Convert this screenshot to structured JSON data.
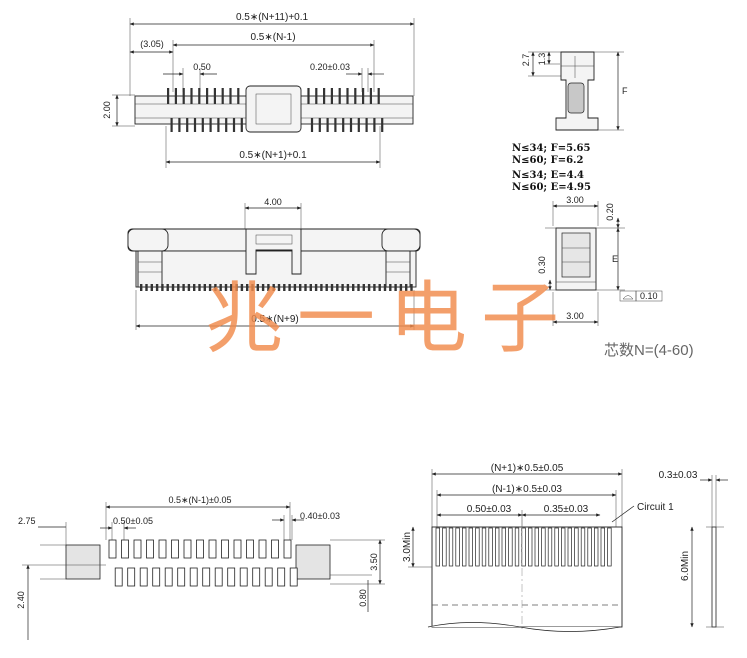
{
  "front_view": {
    "dim_total": "0.5∗(N+11)+0.1",
    "dim_pitch_span": "0.5∗(N-1)",
    "dim_offset": "(3.05)",
    "dim_pitch": "0.50",
    "dim_pin_width": "0.20±0.03",
    "dim_height": "2.00",
    "dim_bottom": "0.5∗(N+1)+0.1"
  },
  "side_view_top": {
    "dim_a": "2.7",
    "dim_b": "1.3",
    "dim_f": "F"
  },
  "notes": {
    "line1": "N≤34; F=5.65",
    "line2": "N≤60; F=6.2",
    "line3": "N≤34; E=4.4",
    "line4": "N≤60; E=4.95"
  },
  "side_view_bottom": {
    "dim_top_width": "3.00",
    "dim_020": "0.20",
    "dim_e": "E",
    "dim_030": "0.30",
    "dim_flatness": "0.10",
    "dim_bottom_width": "3.00"
  },
  "top_view": {
    "dim_latch": "4.00",
    "dim_bottom": "0.5∗(N+9)"
  },
  "watermark": "兆一电子",
  "pin_range": "芯数N=(4-60)",
  "pcb_layout": {
    "dim_span": "0.5∗(N-1)±0.05",
    "dim_pitch": "0.50±0.05",
    "dim_pad": "0.40±0.03",
    "dim_275": "2.75",
    "dim_350": "3.50",
    "dim_240": "2.40",
    "dim_080": "0.80"
  },
  "fpc_layout": {
    "dim_total": "(N+1)∗0.5±0.05",
    "dim_span": "(N-1)∗0.5±0.03",
    "dim_pitch": "0.50±0.03",
    "dim_width": "0.35±0.03",
    "circuit_label": "Circuit 1",
    "dim_thickness": "0.3±0.03",
    "dim_30min": "3.0Min",
    "dim_60min": "6.0Min"
  }
}
